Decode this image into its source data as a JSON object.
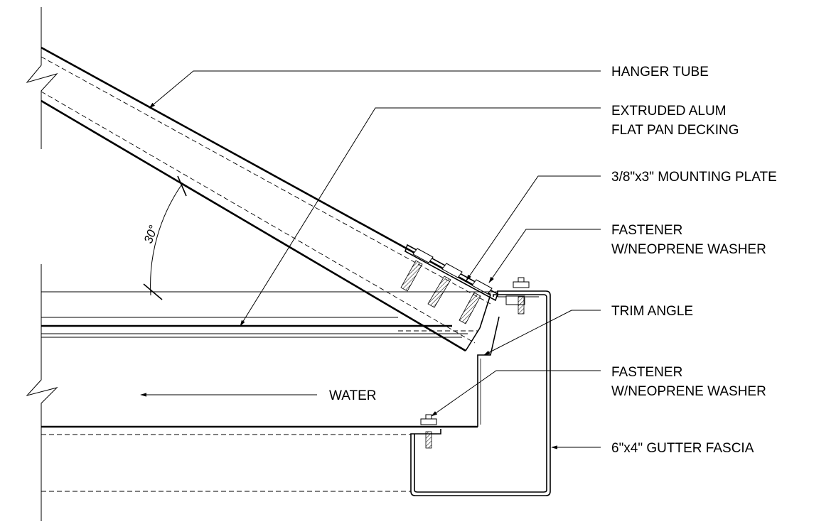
{
  "labels": {
    "hanger_tube": "HANGER TUBE",
    "decking_line1": "EXTRUDED ALUM",
    "decking_line2": "FLAT PAN DECKING",
    "mounting_plate": "3/8\"x3\" MOUNTING PLATE",
    "fastener_upper_line1": "FASTENER",
    "fastener_upper_line2": "W/NEOPRENE WASHER",
    "trim_angle": "TRIM ANGLE",
    "fastener_lower_line1": "FASTENER",
    "fastener_lower_line2": "W/NEOPRENE WASHER",
    "gutter_fascia": "6\"x4\" GUTTER FASCIA",
    "water": "WATER",
    "angle": "30°"
  }
}
